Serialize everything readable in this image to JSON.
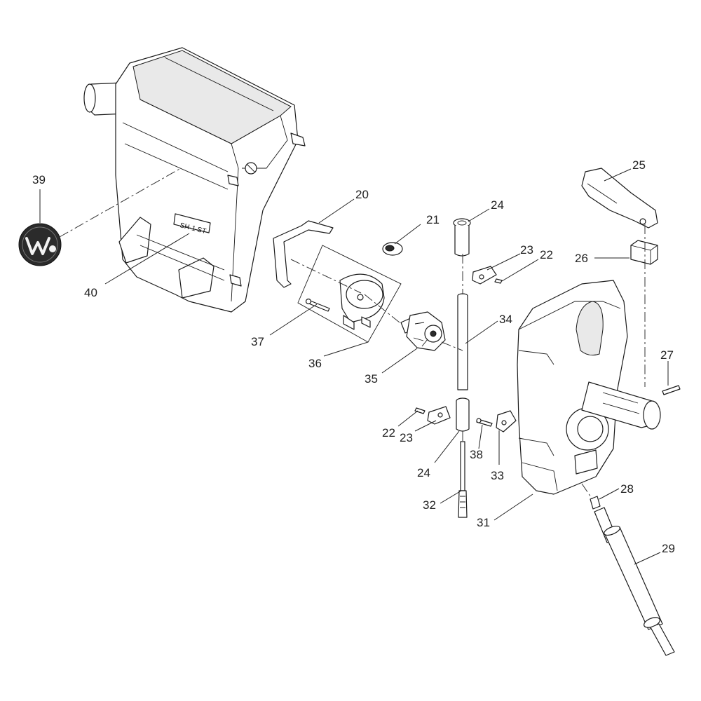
{
  "diagram": {
    "callouts": [
      {
        "id": "c39",
        "label": "39"
      },
      {
        "id": "c40",
        "label": "40"
      },
      {
        "id": "c20",
        "label": "20"
      },
      {
        "id": "c21",
        "label": "21"
      },
      {
        "id": "c37",
        "label": "37"
      },
      {
        "id": "c36",
        "label": "36"
      },
      {
        "id": "c35",
        "label": "35"
      },
      {
        "id": "c24a",
        "label": "24"
      },
      {
        "id": "c23a",
        "label": "23"
      },
      {
        "id": "c22a",
        "label": "22"
      },
      {
        "id": "c34",
        "label": "34"
      },
      {
        "id": "c22b",
        "label": "22"
      },
      {
        "id": "c23b",
        "label": "23"
      },
      {
        "id": "c24b",
        "label": "24"
      },
      {
        "id": "c38",
        "label": "38"
      },
      {
        "id": "c33",
        "label": "33"
      },
      {
        "id": "c32",
        "label": "32"
      },
      {
        "id": "c31",
        "label": "31"
      },
      {
        "id": "c25",
        "label": "25"
      },
      {
        "id": "c26",
        "label": "26"
      },
      {
        "id": "c27",
        "label": "27"
      },
      {
        "id": "c28",
        "label": "28"
      },
      {
        "id": "c29",
        "label": "29"
      }
    ],
    "emblem_letter": "W",
    "housing_plate_text": "SH-1 ST"
  }
}
